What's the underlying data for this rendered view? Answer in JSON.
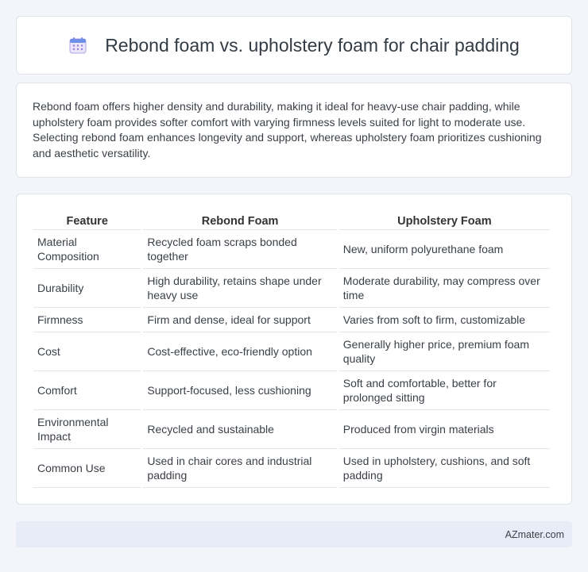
{
  "header": {
    "title": "Rebond foam vs. upholstery foam for chair padding",
    "icon": "calendar-icon"
  },
  "summary": {
    "text": "Rebond foam offers higher density and durability, making it ideal for heavy-use chair padding, while upholstery foam provides softer comfort with varying firmness levels suited for light to moderate use. Selecting rebond foam enhances longevity and support, whereas upholstery foam prioritizes cushioning and aesthetic versatility."
  },
  "table": {
    "headers": [
      "Feature",
      "Rebond Foam",
      "Upholstery Foam"
    ],
    "rows": [
      [
        "Material Composition",
        "Recycled foam scraps bonded together",
        "New, uniform polyurethane foam"
      ],
      [
        "Durability",
        "High durability, retains shape under heavy use",
        "Moderate durability, may compress over time"
      ],
      [
        "Firmness",
        "Firm and dense, ideal for support",
        "Varies from soft to firm, customizable"
      ],
      [
        "Cost",
        "Cost-effective, eco-friendly option",
        "Generally higher price, premium foam quality"
      ],
      [
        "Comfort",
        "Support-focused, less cushioning",
        "Soft and comfortable, better for prolonged sitting"
      ],
      [
        "Environmental Impact",
        "Recycled and sustainable",
        "Produced from virgin materials"
      ],
      [
        "Common Use",
        "Used in chair cores and industrial padding",
        "Used in upholstery, cushions, and soft padding"
      ]
    ]
  },
  "footer": {
    "site": "AZmater.com"
  },
  "colors": {
    "background": "#f3f5fa",
    "card": "#ffffff",
    "footer": "#e8ecf6",
    "icon_blue": "#5b7fd6",
    "icon_purple": "#9a7fd8"
  }
}
